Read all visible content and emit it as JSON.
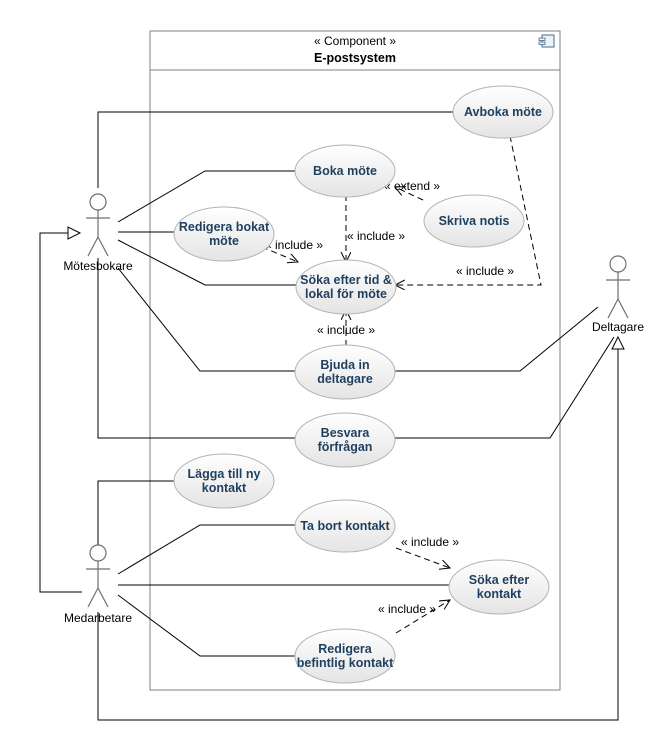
{
  "component": {
    "stereotype": "« Component »",
    "title": "E-postsystem",
    "icon": "component-icon"
  },
  "actors": {
    "motesbokare": "Mötesbokare",
    "deltagare": "Deltagare",
    "medarbetare": "Medarbetare"
  },
  "usecases": {
    "avboka": [
      "Avboka möte"
    ],
    "boka": [
      "Boka möte"
    ],
    "skriva_notis": [
      "Skriva notis"
    ],
    "redigera_bokat": [
      "Redigera bokat",
      "möte"
    ],
    "soka_tid": [
      "Söka efter tid &",
      "lokal för möte"
    ],
    "bjuda_in": [
      "Bjuda in",
      "deltagare"
    ],
    "besvara": [
      "Besvara",
      "förfrågan"
    ],
    "lagga_till": [
      "Lägga till ny",
      "kontakt"
    ],
    "ta_bort": [
      "Ta bort kontakt"
    ],
    "soka_kontakt": [
      "Söka efter",
      "kontakt"
    ],
    "redigera_kontakt": [
      "Redigera",
      "befintlig kontakt"
    ]
  },
  "relations": {
    "extend": "« extend »",
    "include_boka": "« include »",
    "include_redigera": "« include »",
    "include_avboka": "« include »",
    "include_bjuda": "« include »",
    "include_tabort": "« include »",
    "include_redigera_kontakt": "« include »"
  },
  "colors": {
    "usecase_fill_top": "#ffffff",
    "usecase_fill_bottom": "#e6e6e6",
    "usecase_stroke": "#b3b3b3",
    "usecase_text": "#1f3f5f",
    "line": "#000000"
  }
}
